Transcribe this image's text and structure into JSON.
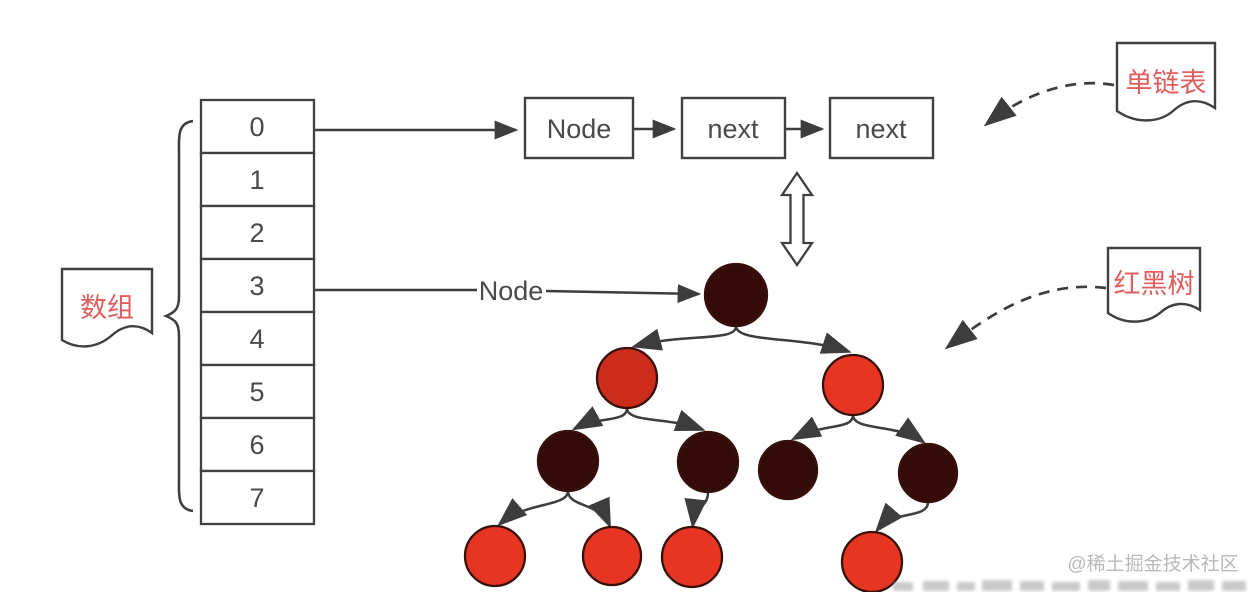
{
  "array": {
    "label": "数组",
    "cells": [
      "0",
      "1",
      "2",
      "3",
      "4",
      "5",
      "6",
      "7"
    ]
  },
  "linked_list": {
    "label": "单链表",
    "node_labels": [
      "Node",
      "next",
      "next"
    ]
  },
  "tree": {
    "label": "红黑树",
    "pointer_label": "Node",
    "nodes": [
      {
        "id": "root",
        "color": "black"
      },
      {
        "id": "left",
        "color": "red"
      },
      {
        "id": "right",
        "color": "red"
      },
      {
        "id": "left-left",
        "color": "black"
      },
      {
        "id": "left-right",
        "color": "black"
      },
      {
        "id": "right-left",
        "color": "black"
      },
      {
        "id": "right-right",
        "color": "black"
      },
      {
        "id": "left-left-left",
        "color": "red"
      },
      {
        "id": "left-left-right",
        "color": "red"
      },
      {
        "id": "left-right-left",
        "color": "red"
      },
      {
        "id": "right-right-left",
        "color": "red"
      }
    ],
    "edges": [
      [
        "root",
        "left"
      ],
      [
        "root",
        "right"
      ],
      [
        "left",
        "left-left"
      ],
      [
        "left",
        "left-right"
      ],
      [
        "right",
        "right-left"
      ],
      [
        "right",
        "right-right"
      ],
      [
        "left-left",
        "left-left-left"
      ],
      [
        "left-left",
        "left-left-right"
      ],
      [
        "left-right",
        "left-right-left"
      ],
      [
        "right-right",
        "right-right-left"
      ]
    ]
  },
  "connections": {
    "cell_0_points_to": "linked_list",
    "cell_3_points_to": "tree_root"
  },
  "watermark": "@稀土掘金技术社区",
  "colors": {
    "background": "#ffffff",
    "line": "#3d3d3d",
    "box_border": "#404040",
    "box_text": "#4a4a4a",
    "note_text": "#e05d5d",
    "node_red": "#e73524",
    "node_red_muted": "#cc2c1b",
    "node_black": "#340b09",
    "node_stroke": "#38100a",
    "watermark": "#b9b9b9"
  }
}
